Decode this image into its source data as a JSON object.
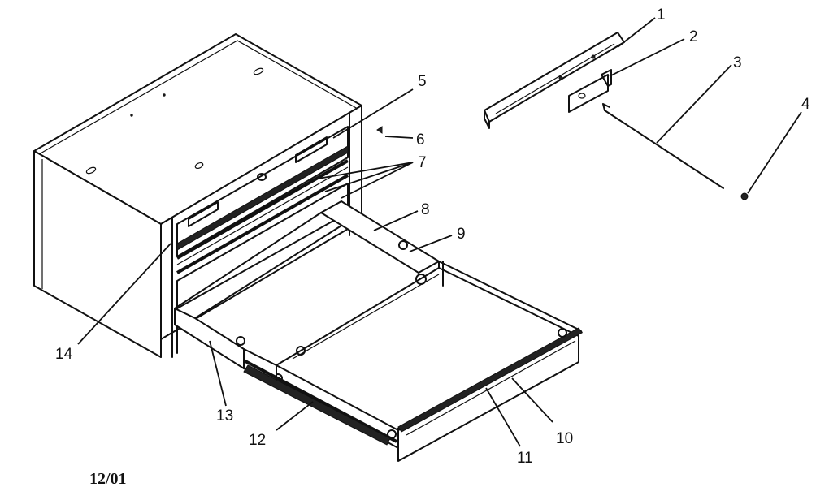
{
  "callouts": [
    {
      "id": "1",
      "label": "1"
    },
    {
      "id": "2",
      "label": "2"
    },
    {
      "id": "3",
      "label": "3"
    },
    {
      "id": "4",
      "label": "4"
    },
    {
      "id": "5",
      "label": "5"
    },
    {
      "id": "6",
      "label": "6"
    },
    {
      "id": "7",
      "label": "7"
    },
    {
      "id": "8",
      "label": "8"
    },
    {
      "id": "9",
      "label": "9"
    },
    {
      "id": "10",
      "label": "10"
    },
    {
      "id": "11",
      "label": "11"
    },
    {
      "id": "12",
      "label": "12"
    },
    {
      "id": "13",
      "label": "13"
    },
    {
      "id": "14",
      "label": "14"
    }
  ],
  "date_code": "12/01"
}
